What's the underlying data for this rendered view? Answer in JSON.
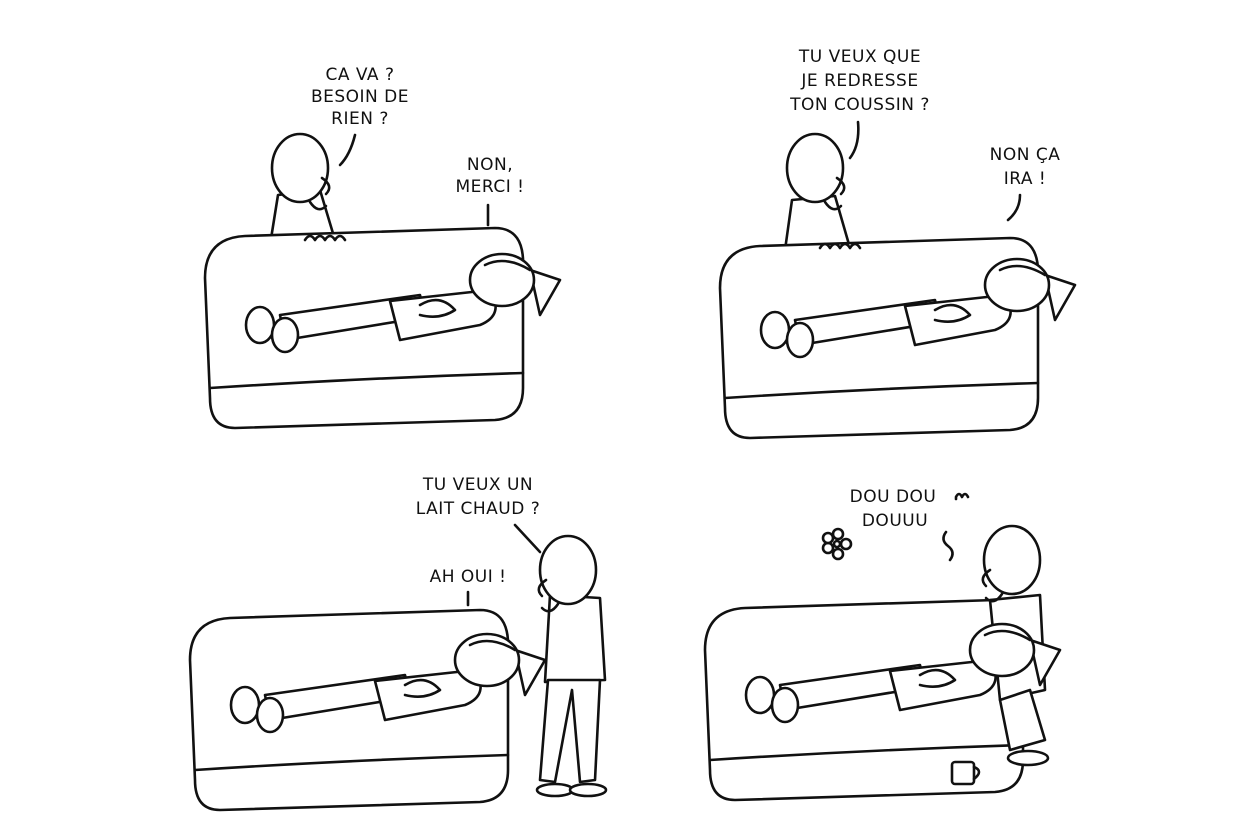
{
  "comic": {
    "panels": [
      {
        "speech": [
          {
            "lines": [
              "CA VA ?",
              "BESOIN DE",
              "RIEN ?"
            ]
          },
          {
            "lines": [
              "NON,",
              "MERCI !"
            ]
          }
        ]
      },
      {
        "speech": [
          {
            "lines": [
              "TU VEUX QUE",
              "JE REDRESSE",
              "TON COUSSIN ?"
            ]
          },
          {
            "lines": [
              "NON ÇA",
              "IRA !"
            ]
          }
        ]
      },
      {
        "speech": [
          {
            "lines": [
              "TU VEUX UN",
              "LAIT CHAUD ?"
            ]
          },
          {
            "lines": [
              "AH OUI !"
            ]
          }
        ]
      },
      {
        "speech": [
          {
            "lines": [
              "DOU DOU",
              "DOUUU"
            ]
          }
        ]
      }
    ],
    "ink_color": "#111111",
    "paper_color": "#ffffff"
  }
}
